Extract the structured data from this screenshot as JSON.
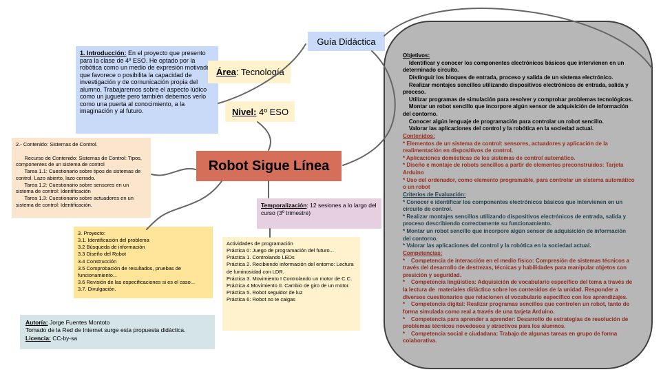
{
  "colors": {
    "node_blue": "#c9daf8",
    "node_cream": "#fff2cc",
    "node_peach": "#fce5cd",
    "node_yellow": "#ffe599",
    "node_pink": "#e6cfdf",
    "node_salmon": "#d56f5a",
    "node_cyan_gray": "#d5e4e6",
    "panel_gray": "#b7b7b7",
    "panel_text_black": "#000000",
    "panel_text_red": "#9a2d1e",
    "panel_text_slate": "#1f3f4d",
    "connector_gray": "#666666"
  },
  "guia": {
    "label": "Guía Didáctica"
  },
  "intro": {
    "heading": "1. Introducción:",
    "body": " En el proyecto que presento para la clase de 4º ESO. He optado por la robótica como un medio de expresión motivador  que favorece o posibilita la capacidad de investigación y de comunicación propia del alumno. Trabajaremos sobre el aspecto lúdico como un juguete pero también debemos verlo como una puerta al conocimiento, a la imaginación y al futuro."
  },
  "area": {
    "label": "Área",
    "value": ": Tecnología"
  },
  "nivel": {
    "label": "Nivel:",
    "value": " 4º ESO"
  },
  "contenido": {
    "lines": [
      "2.- Contenido: Sistemas de Control.",
      "",
      "      Recurso de Contenido: Sistemas de Control: Tipos, componentes de un sistema de control",
      "      Tarea 1.1: Cuestionario sobre tipos de sistemas de control. Lazo abierto, lazo cerrado.",
      "      Tarea 1.2: Cuestionario sobre sensores en un sistema de control: Identificación",
      "      Tarea 1.3: Cuestionario sobre actuadores en un sistema de control: Identificación."
    ]
  },
  "robot": {
    "label": "Robot Sigue Línea"
  },
  "temporalizacion": {
    "label": "Temporalización",
    "value": ": 12 sesiones a lo largo del curso (3º trimestre)"
  },
  "proyecto": {
    "lines": [
      "3. Proyecto:",
      "3.1. Identificación del problema",
      "3.2 Búsqueda de información",
      "3.3 Diseño del Robot",
      "3.4 Construcción",
      "3.5 Comprobación de resultados, pruebas de funcionamiento...",
      "3.6 Revisión de las especificaciones si es el caso...",
      "3.7. Divulgación."
    ]
  },
  "actividades": {
    "lines": [
      "Actividades de programación",
      "Práctica 0: Juego de programación del futuro...",
      "Práctica 1. Controlando LEDs",
      "Práctica 2. Recibiendo información del entorno: Lectura de luminosidad con LDR.",
      "Práctica 3. Movimiento I Controlando un motor de C.C.",
      "Práctica 4 Movimiento II. Cambio de giro de un motor.",
      "Práctica 5. Robot seguidor de luz",
      "Práctica 6: Robot no te caigas"
    ]
  },
  "autoria": {
    "label1": "Autoría:",
    "text1": " Jorge Fuentes Montoto",
    "line2": "Tomado de la Red de Internet surge esta propuesta didáctica.",
    "label3": "Licencia:",
    "text3": " CC-by-sa"
  },
  "panel": {
    "sections": [
      {
        "heading": "Objetivos:",
        "color": "#000000",
        "lines": [
          "    Identificar y conocer los componentes electrónicos básicos que intervienen en un determinado circuito.",
          "    Distinguir los bloques de entrada, proceso y salida de un sistema electrónico.",
          "    Realizar montajes sencillos utilizando dispositivos electrónicos de entrada, salida y proceso.",
          "    Utilizar programas de simulación para resolver y comprobar problemas tecnológicos.",
          "    Montar un robot sencillo que incorpore algún sensor de adquisición de información del contorno.",
          "    Conocer algún lenguaje de programación para controlar un robot sencillo.",
          "    Valorar las aplicaciones del control y la robótica en la sociedad actual."
        ]
      },
      {
        "heading": "Contenidos:",
        "color": "#9a2d1e",
        "lines": [
          "* Elementos de un sistema de control: sensores, actuadores y aplicación de la realimentación en dispositivos de control.",
          "* Aplicaciones domésticas de los sistemas de control automático.",
          "* Diseño e montaje de robots sencillos a partir de elementos preconstruídos: Tarjeta Arduino",
          "* Uso del ordenador, como elemento programable, para controlar un sistema automático o un robot"
        ]
      },
      {
        "heading": "Criterios de Evaluación:",
        "color": "#1f3f4d",
        "lines": [
          "* Conocer e identificar los componentes electrónicos básicos que intervienen en un circuito de control.",
          "* Realizar montajes sencillos utilizando dispositivos electrónicos de entrada, salida y proceso describiendo correctamente su funcionamiento.",
          "* Montar un robot sencillo que incorpore algún sensor de adquisición de información del contorno.",
          "* Valorar las aplicaciones del control y la robótica en la sociedad actual."
        ]
      },
      {
        "heading": "Competencias:",
        "color": "#8e2b20",
        "lines": [
          "*    Competencia de interacción en el medio físico: Compresión de sistemas técnicos a través del desarrollo de destrezas, técnicas y habilidades para manipular objetos con presición y seguridad.",
          "*    Competencia lingüística: Adquisición de vocabulario específico del tema a través de la lectura de  materiales didáctico sobre los contenidos de la unidad. Responder a diversos cuestionarios que relacionen el vocabulario específico con los aprendizajes.",
          "*    Competencia digital: Realizar programas sencillos que controlen un robot, tanto de forma simulada como real a través de una tarjeta Arduino.",
          "*    Competencia para aprender a aprender: Desarrollo de estrategias de resolución de problemas técnicos novedosos y atractivos para los alumnos.",
          "*    Competencia social e ciudadana: Trabajo de algunas tareas en grupo de forma colaborativa."
        ]
      }
    ]
  }
}
